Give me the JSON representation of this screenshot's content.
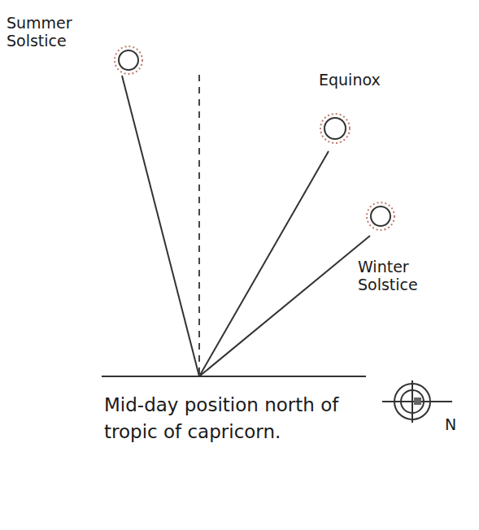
{
  "diagram": {
    "caption": "Mid-day position north of tropic of capricorn.",
    "labels": [
      "Summer Solstice",
      "Equinox",
      "Winter Solstice",
      "N"
    ]
  }
}
